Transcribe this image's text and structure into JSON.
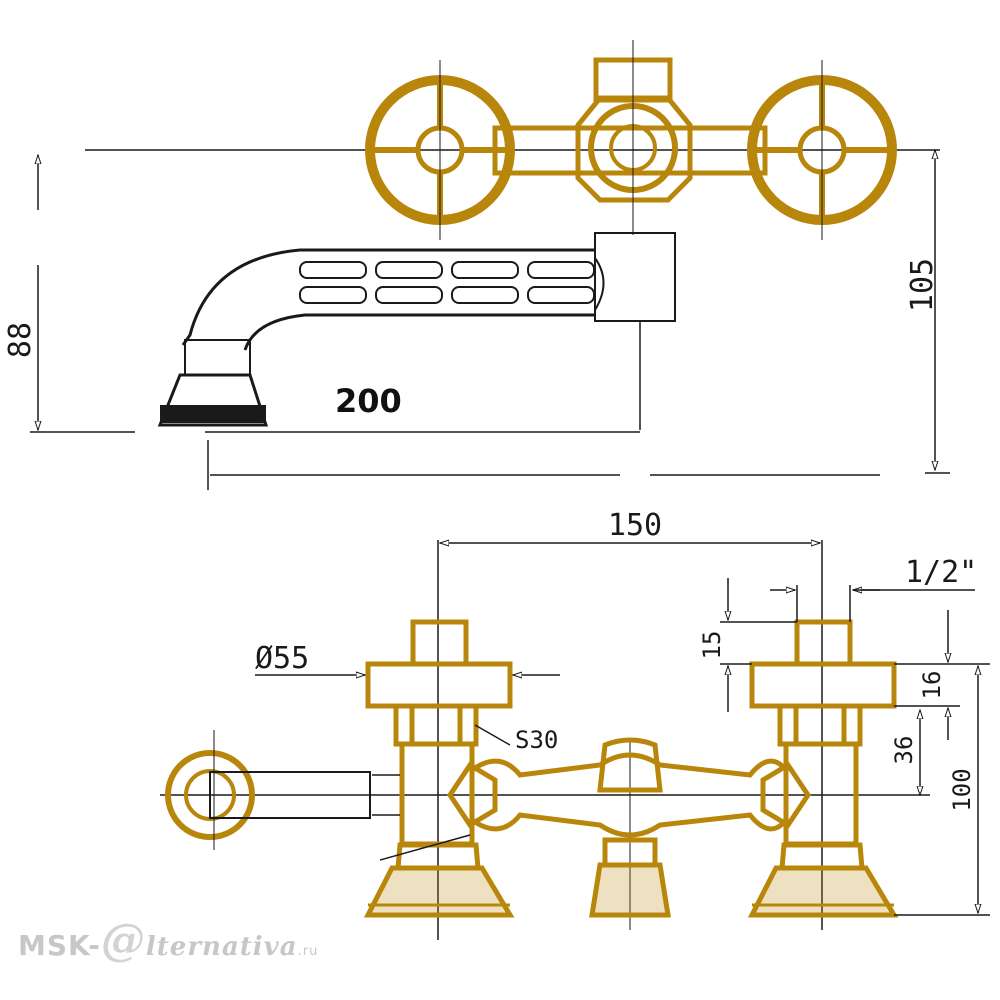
{
  "colors": {
    "brass": "#B8860B",
    "brass_dark": "#8B6508",
    "line": "#1a1a1a",
    "watermark": "#c7c7c7"
  },
  "dimensions": {
    "top_height_left": "88",
    "top_height_right": "105",
    "spout_length": "200",
    "spacing": "150",
    "thread": "1/2\"",
    "handle_diameter": "Ø55",
    "wrench_size": "S30",
    "top_nut": "15",
    "collar": "16",
    "body_to_axis": "36",
    "total_height": "100"
  },
  "watermark": {
    "prefix": "MSK-",
    "at": "@",
    "rest": "lternativa",
    "domain": ".ru"
  }
}
